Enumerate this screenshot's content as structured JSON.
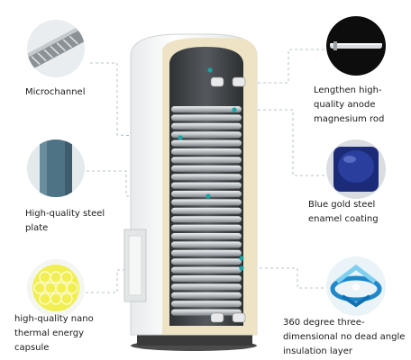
{
  "features": [
    {
      "id": "microchannel",
      "label": "Microchannel",
      "icon": "microchannel-icon"
    },
    {
      "id": "steel-plate",
      "label": "High-quality steel\nplate",
      "icon": "steel-plate-icon"
    },
    {
      "id": "nano-capsule",
      "label": "high-quality nano\nthermal energy\ncapsule",
      "icon": "nano-capsule-icon"
    },
    {
      "id": "anode-rod",
      "label": "Lengthen high-\nquality anode\nmagnesium rod",
      "icon": "anode-rod-icon"
    },
    {
      "id": "enamel-coating",
      "label": "Blue gold steel\nenamel coating",
      "icon": "enamel-coating-icon"
    },
    {
      "id": "insulation",
      "label": "360 degree three-\ndimensional no dead angle\ninsulation layer",
      "icon": "insulation-icon"
    }
  ],
  "colors": {
    "accent_teal": "#1aa3a3",
    "tank_white": "#f4f5f5",
    "insulation_beige": "#eee3c4",
    "inner_dark": "#3a3d40",
    "coil_light": "#d9dcdf"
  }
}
